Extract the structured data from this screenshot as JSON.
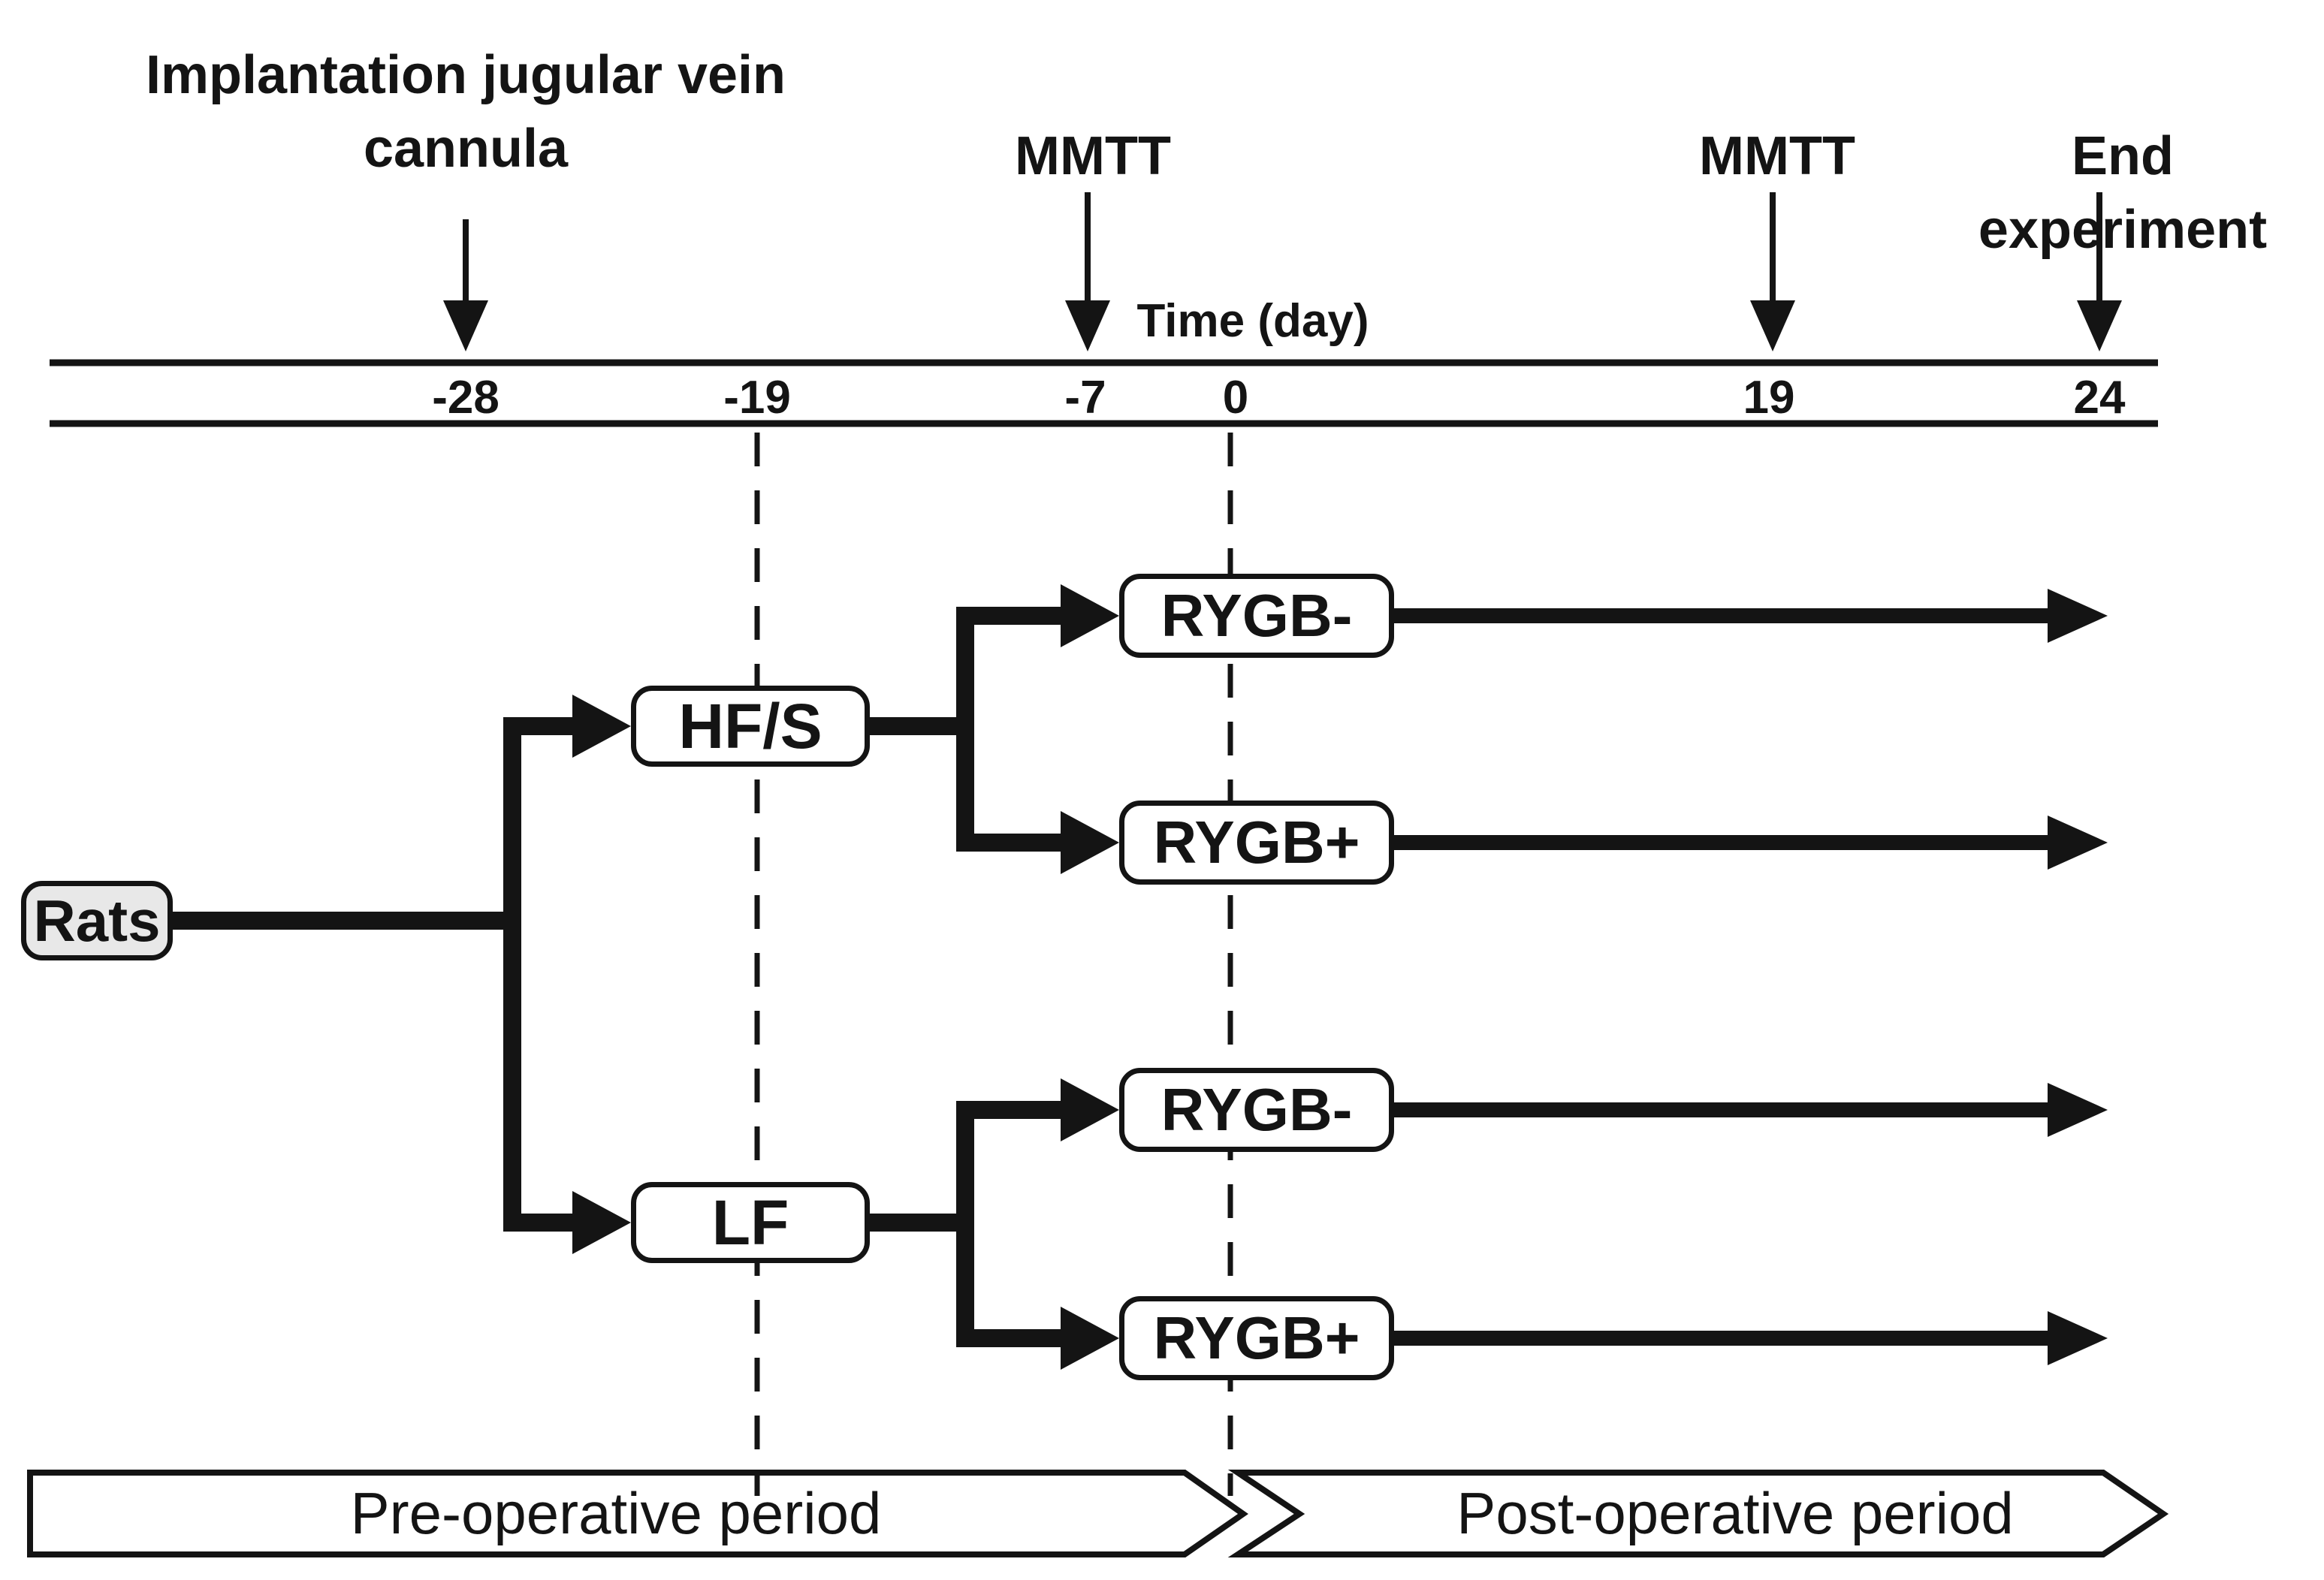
{
  "annotations": {
    "implantation": "Implantation jugular vein\ncannula",
    "mmtt_pre": "MMTT",
    "mmtt_post": "MMTT",
    "end_experiment": "End experiment"
  },
  "timeline": {
    "axis_label": "Time (day)",
    "ticks": [
      {
        "day": "-28"
      },
      {
        "day": "-19"
      },
      {
        "day": "-7"
      },
      {
        "day": "0"
      },
      {
        "day": "19"
      },
      {
        "day": "24"
      }
    ]
  },
  "flowchart": {
    "root": {
      "label": "Rats"
    },
    "diet_groups": [
      {
        "label": "HF/S"
      },
      {
        "label": "LF"
      }
    ],
    "surgery_groups": [
      {
        "label": "RYGB-",
        "branch": "HF/S"
      },
      {
        "label": "RYGB+",
        "branch": "HF/S"
      },
      {
        "label": "RYGB-",
        "branch": "LF"
      },
      {
        "label": "RYGB+",
        "branch": "LF"
      }
    ]
  },
  "periods": {
    "pre": "Pre-operative period",
    "post": "Post-operative period"
  },
  "colors": {
    "ink": "#141414",
    "background": "#ffffff",
    "root_box_fill": "#e8e8e8",
    "box_fill": "#ffffff"
  }
}
